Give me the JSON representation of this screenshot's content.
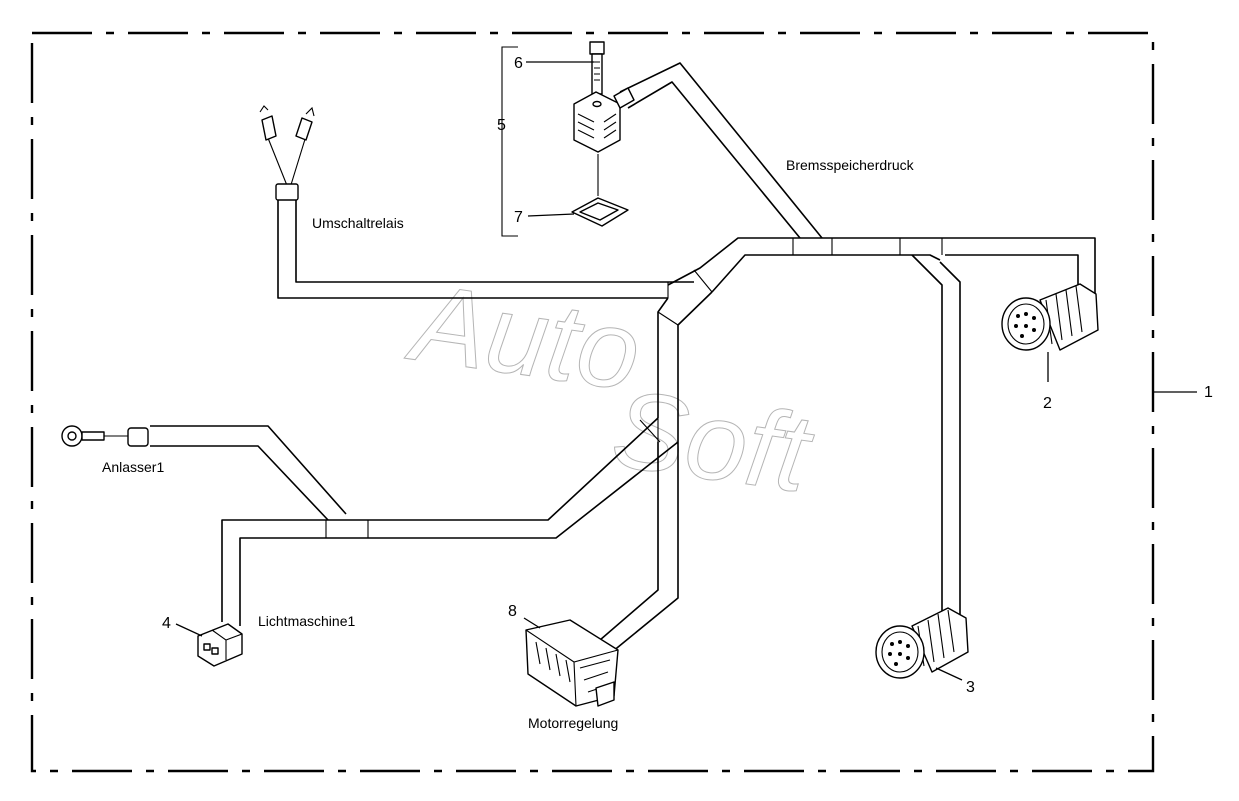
{
  "labels": {
    "umschaltrelais": "Umschaltrelais",
    "bremsspeicherdruck": "Bremsspeicherdruck",
    "anlasser": "Anlasser1",
    "lichtmaschine": "Lichtmaschine1",
    "motorregelung": "Motorregelung"
  },
  "callouts": {
    "c1": "1",
    "c2": "2",
    "c3": "3",
    "c4": "4",
    "c5": "5",
    "c6": "6",
    "c7": "7",
    "c8": "8"
  },
  "watermark": {
    "line1": "Auto",
    "line2": "Soft"
  },
  "colors": {
    "line": "#000000",
    "watermark": "#b5b5b5",
    "background": "#ffffff"
  }
}
